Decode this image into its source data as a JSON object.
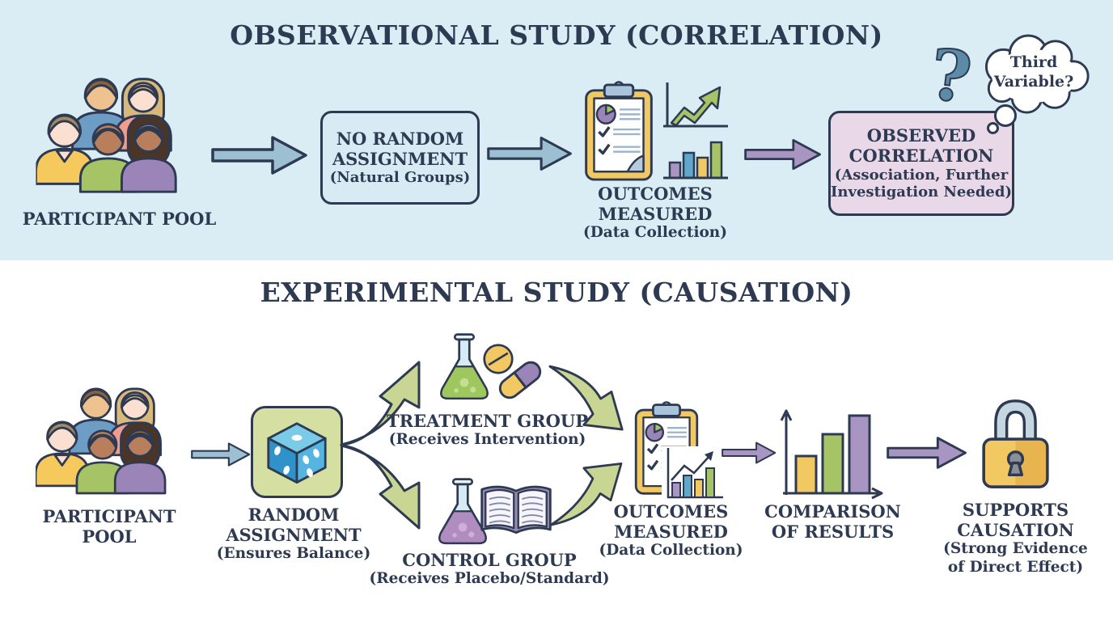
{
  "palette": {
    "background_top": "#daedf5",
    "background_bottom": "#ffffff",
    "outline_navy": "#2e3a52",
    "arrow_blue": "#9cc0d2",
    "arrow_purple": "#a995c2",
    "arrow_green": "#c9d693",
    "box_blue_fill": "#d8eaf3",
    "box_pink_fill": "#e9d8e8",
    "box_green_fill": "#d5dfa1",
    "accent_yellow": "#f2c863",
    "accent_green": "#a6c466",
    "accent_blue": "#5fa8c9",
    "accent_purple": "#9b85b8"
  },
  "observational": {
    "title": "OBSERVATIONAL STUDY (CORRELATION)",
    "participant_pool_label": "PARTICIPANT POOL",
    "no_random_assignment": {
      "line1": "NO RANDOM",
      "line2": "ASSIGNMENT",
      "subtitle": "(Natural Groups)"
    },
    "outcomes_measured": {
      "line1": "OUTCOMES",
      "line2": "MEASURED",
      "subtitle": "(Data Collection)"
    },
    "observed_correlation": {
      "line1": "OBSERVED",
      "line2": "CORRELATION",
      "subtitle1": "(Association, Further",
      "subtitle2": "Investigation Needed)"
    },
    "question_mark": "?",
    "thought_bubble": {
      "line1": "Third",
      "line2": "Variable?"
    }
  },
  "experimental": {
    "title": "EXPERIMENTAL STUDY (CAUSATION)",
    "participant_pool": {
      "line1": "PARTICIPANT",
      "line2": "POOL"
    },
    "random_assignment": {
      "line1": "RANDOM",
      "line2": "ASSIGNMENT",
      "subtitle": "(Ensures Balance)"
    },
    "treatment_group": {
      "title": "TREATMENT GROUP",
      "subtitle": "(Receives Intervention)"
    },
    "control_group": {
      "title": "CONTROL GROUP",
      "subtitle": "(Receives Placebo/Standard)"
    },
    "outcomes_measured": {
      "line1": "OUTCOMES",
      "line2": "MEASURED",
      "subtitle": "(Data Collection)"
    },
    "comparison": {
      "line1": "COMPARISON",
      "line2": "OF RESULTS"
    },
    "supports_causation": {
      "line1": "SUPPORTS",
      "line2": "CAUSATION",
      "subtitle1": "(Strong Evidence",
      "subtitle2": "of Direct Effect)"
    }
  },
  "icons": {
    "crowd": "group-of-five-people",
    "straight_arrow": "flow-arrow",
    "clipboard": "clipboard-checklist-with-pie-chart",
    "line_chart": "rising-line-chart",
    "bar_chart": "bar-chart",
    "dice": "blue-dice",
    "flask": "erlenmeyer-flask",
    "tablet": "round-pill",
    "capsule": "capsule-pill",
    "book": "open-book",
    "padlock": "padlock",
    "cloud": "thought-bubble"
  }
}
